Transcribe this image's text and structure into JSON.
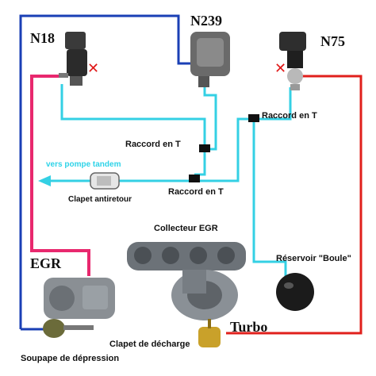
{
  "labels": {
    "n18": "N18",
    "n239": "N239",
    "n75": "N75",
    "egr": "EGR",
    "turbo": "Turbo",
    "raccord_t_1": "Raccord en T",
    "raccord_t_2": "Raccord en T",
    "raccord_t_3": "Raccord en T",
    "vers_pompe_tandem": "vers pompe tandem",
    "clapet_antiretour": "Clapet antiretour",
    "collecteur_egr": "Collecteur EGR",
    "reservoir_boule": "Réservoir \"Boule\"",
    "clapet_decharge": "Clapet de décharge",
    "soupape_depression": "Soupape de dépression"
  },
  "colors": {
    "blue_line": "#1a3fb5",
    "red_line": "#e0201c",
    "magenta_line": "#e8286e",
    "cyan_line": "#34d0e4",
    "cross": "#e01818"
  }
}
